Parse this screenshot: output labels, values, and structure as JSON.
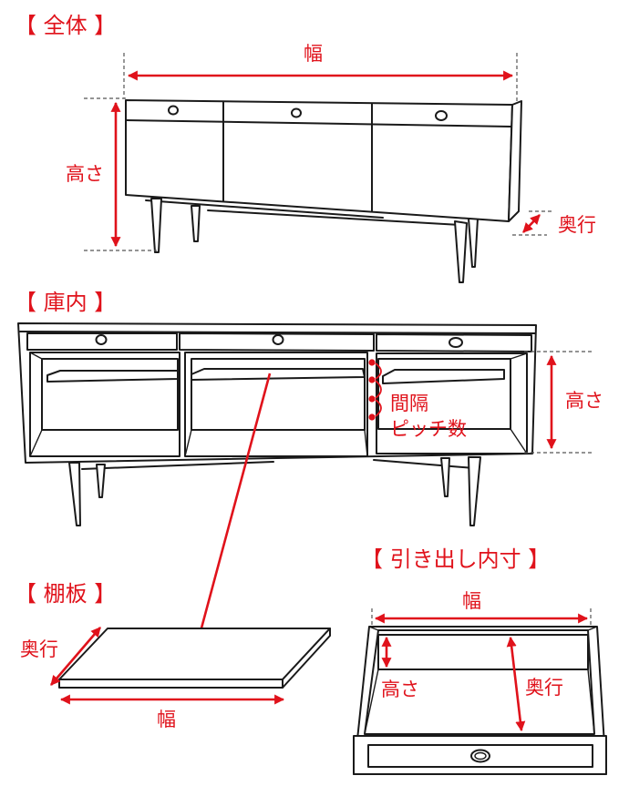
{
  "overall": {
    "title": "【 全体 】",
    "width_label": "幅",
    "height_label": "高さ",
    "depth_label": "奥行"
  },
  "interior": {
    "title": "【 庫内 】",
    "spacing_label": "間隔",
    "pitch_label": "ピッチ数",
    "height_label": "高さ"
  },
  "shelf_board": {
    "title": "【 棚板 】",
    "depth_label": "奥行",
    "width_label": "幅"
  },
  "drawer_interior": {
    "title": "【 引き出し内寸 】",
    "width_label": "幅",
    "height_label": "高さ",
    "depth_label": "奥行"
  },
  "colors": {
    "accent": "#e0121b",
    "line": "#1a1a1a",
    "background": "#ffffff"
  }
}
